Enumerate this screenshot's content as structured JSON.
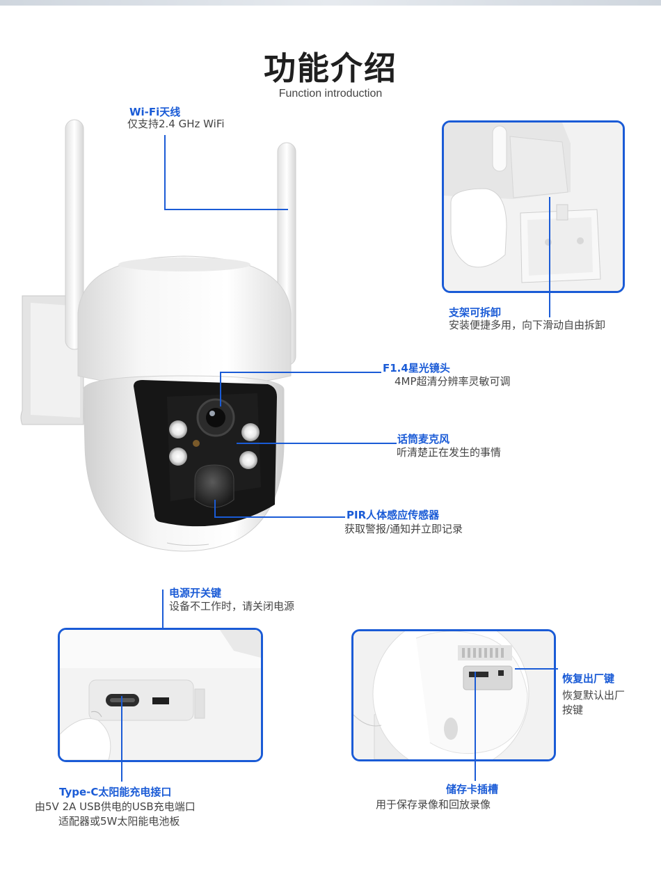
{
  "header": {
    "title": "功能介绍",
    "subtitle": "Function introduction"
  },
  "features": {
    "wifi": {
      "label": "Wi-Fi天线",
      "desc": "仅支持2.4 GHz WiFi"
    },
    "bracket": {
      "label": "支架可拆卸",
      "desc": "安装便捷多用，向下滑动自由拆卸"
    },
    "lens": {
      "label": "F1.4星光镜头",
      "desc": "4MP超清分辨率灵敏可调"
    },
    "mic": {
      "label": "话筒麦克风",
      "desc": "听清楚正在发生的事情"
    },
    "pir": {
      "label": "PIR人体感应传感器",
      "desc": "获取警报/通知并立即记录"
    },
    "power": {
      "label": "电源开关键",
      "desc": "设备不工作时，请关闭电源"
    },
    "reset": {
      "label": "恢复出厂键",
      "desc_line1": "恢复默认出厂",
      "desc_line2": "按键"
    },
    "typec": {
      "label": "Type-C太阳能充电接口",
      "desc_line1": "由5V 2A USB供电的USB充电端口",
      "desc_line2": "适配器或5W太阳能电池板"
    },
    "sdcard": {
      "label": "储存卡插槽",
      "desc": "用于保存录像和回放录像"
    }
  },
  "colors": {
    "accent": "#1a5bd6",
    "title": "#1f1f1f",
    "body_text": "#444444"
  }
}
